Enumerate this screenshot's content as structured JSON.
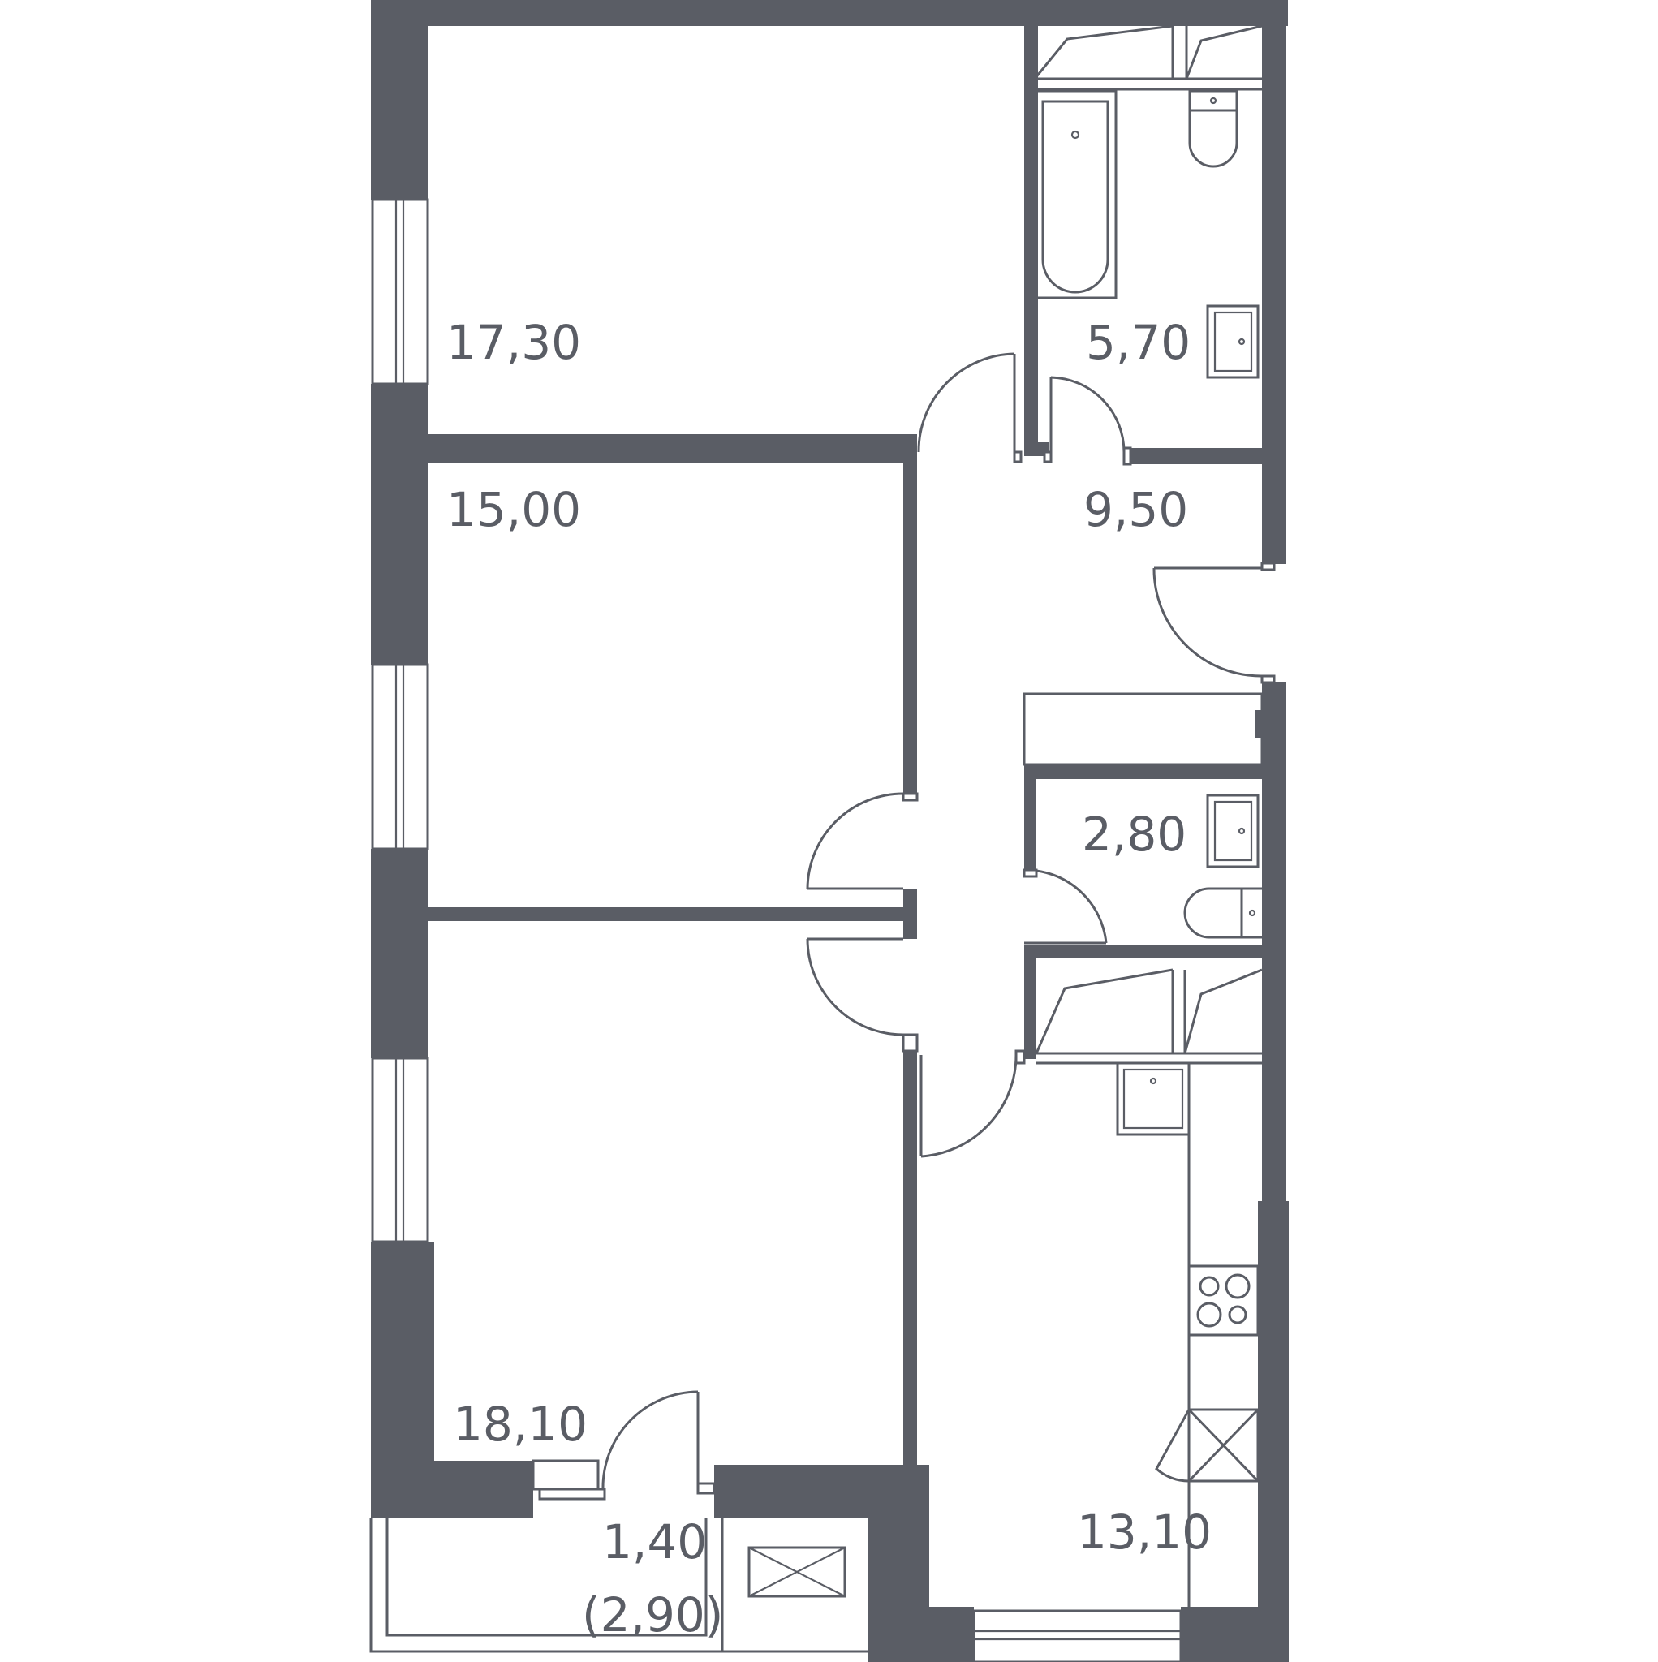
{
  "colors": {
    "wall": "#5a5d65",
    "background": "#ffffff"
  },
  "rooms": [
    {
      "id": "room-1",
      "area": "17,30"
    },
    {
      "id": "room-2",
      "area": "15,00"
    },
    {
      "id": "room-3",
      "area": "18,10"
    },
    {
      "id": "bathroom",
      "area": "5,70"
    },
    {
      "id": "hallway",
      "area": "9,50"
    },
    {
      "id": "toilet",
      "area": "2,80"
    },
    {
      "id": "kitchen",
      "area": "13,10"
    },
    {
      "id": "balcony",
      "area": "1,40",
      "area_full": "(2,90)"
    }
  ],
  "icons": [
    "bathtub-icon",
    "toilet-icon",
    "sink-icon",
    "stove-icon",
    "washing-machine-icon",
    "ventilation-icon"
  ]
}
